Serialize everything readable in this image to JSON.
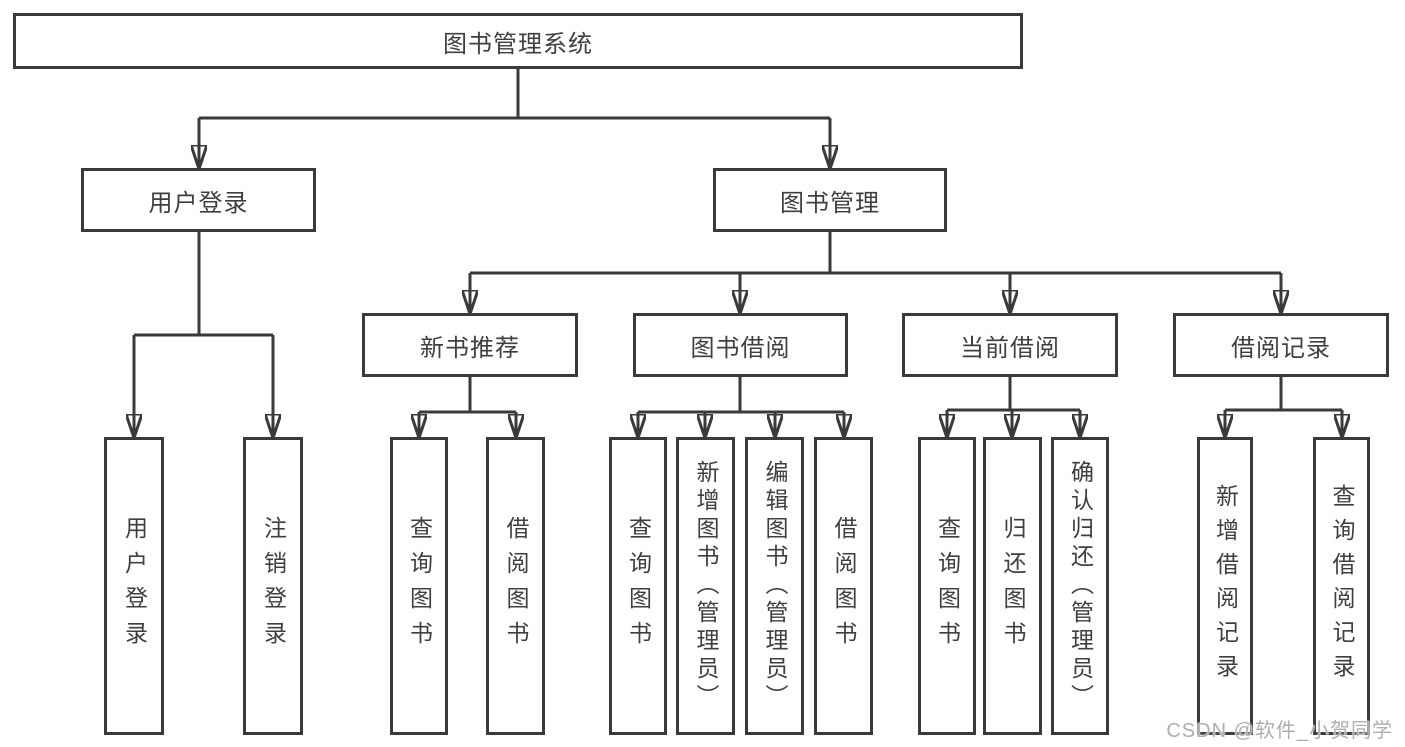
{
  "diagram": {
    "root": {
      "label": "图书管理系统"
    },
    "level2": {
      "user_login": {
        "label": "用户登录"
      },
      "book_management": {
        "label": "图书管理"
      }
    },
    "level3": {
      "new_book_recommend": {
        "label": "新书推荐"
      },
      "book_borrow": {
        "label": "图书借阅"
      },
      "current_borrow": {
        "label": "当前借阅"
      },
      "borrow_record": {
        "label": "借阅记录"
      }
    },
    "leaves": {
      "login_user_login": {
        "label": "用户登录"
      },
      "login_logout": {
        "label": "注销登录"
      },
      "recommend_query_book": {
        "label": "查询图书"
      },
      "recommend_borrow_book": {
        "label": "借阅图书"
      },
      "borrow_query_book": {
        "label": "查询图书"
      },
      "borrow_add_book_admin": {
        "label": "新增图书（管理员）"
      },
      "borrow_edit_book_admin": {
        "label": "编辑图书（管理员）"
      },
      "borrow_borrow_book": {
        "label": "借阅图书"
      },
      "current_query_book": {
        "label": "查询图书"
      },
      "current_return_book": {
        "label": "归还图书"
      },
      "current_confirm_return_admin": {
        "label": "确认归还（管理员）"
      },
      "record_add_record": {
        "label": "新增借阅记录"
      },
      "record_query_record": {
        "label": "查询借阅记录"
      }
    },
    "watermark": {
      "text": "CSDN @软件_小贺同学"
    },
    "colors": {
      "line": "#3a3a3a",
      "text": "#3f3f3f",
      "watermark": "#aeaeae",
      "background": "#ffffff"
    }
  }
}
